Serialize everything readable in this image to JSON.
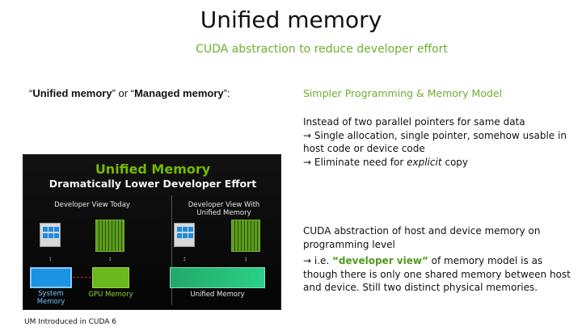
{
  "slide": {
    "title": "Unified memory",
    "subtitle": "CUDA abstraction to reduce developer effort",
    "left_heading": {
      "term1": "Unified memory",
      "middle": " or ",
      "term2": "Managed memory",
      "suffix": ":"
    },
    "right_heading": "Simpler Programming & Memory Model",
    "para1": {
      "line1": "Instead of two parallel pointers for same data",
      "line2": "→ Single allocation, single pointer, somehow usable in host code or device code",
      "line3_pre": "→ Eliminate need for ",
      "line3_em": "explicit",
      "line3_post": " copy"
    },
    "para2": "CUDA abstraction of host and device memory on programming level",
    "para3": {
      "pre": "→ i.e. ",
      "highlight": "“developer view”",
      "post": " of memory model is as though there is only one shared memory between host and device. Still two distinct physical memories."
    },
    "footnote": "UM Introduced in CUDA 6"
  },
  "figure": {
    "title": "Unified Memory",
    "subtitle": "Dramatically Lower Developer Effort",
    "left_label": "Developer View Today",
    "right_label_line1": "Developer View With",
    "right_label_line2": "Unified Memory",
    "system_memory_line1": "System",
    "system_memory_line2": "Memory",
    "gpu_memory": "GPU Memory",
    "unified_memory": "Unified Memory",
    "colors": {
      "accent_green": "#76b900",
      "system_memory_blue": "#1a93e0",
      "unified_memory_green": "#2bd087"
    }
  }
}
